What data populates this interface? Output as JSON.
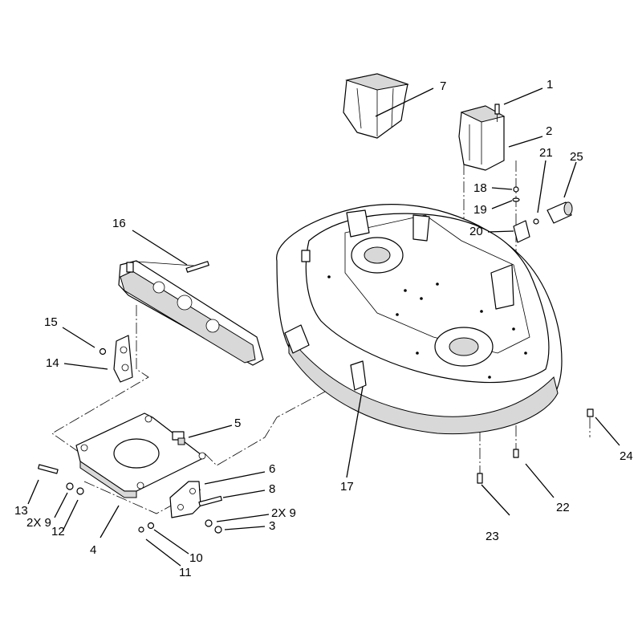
{
  "diagram": {
    "callouts": {
      "c1": "1",
      "c2": "2",
      "c3": "3",
      "c4": "4",
      "c5": "5",
      "c6": "6",
      "c7": "7",
      "c8": "8",
      "c9a": "2X 9",
      "c9b": "2X 9",
      "c10": "10",
      "c11": "11",
      "c12": "12",
      "c13": "13",
      "c14": "14",
      "c15": "15",
      "c16": "16",
      "c17": "17",
      "c18": "18",
      "c19": "19",
      "c20": "20",
      "c21": "21",
      "c22": "22",
      "c23": "23",
      "c24": "24",
      "c25": "25"
    }
  }
}
